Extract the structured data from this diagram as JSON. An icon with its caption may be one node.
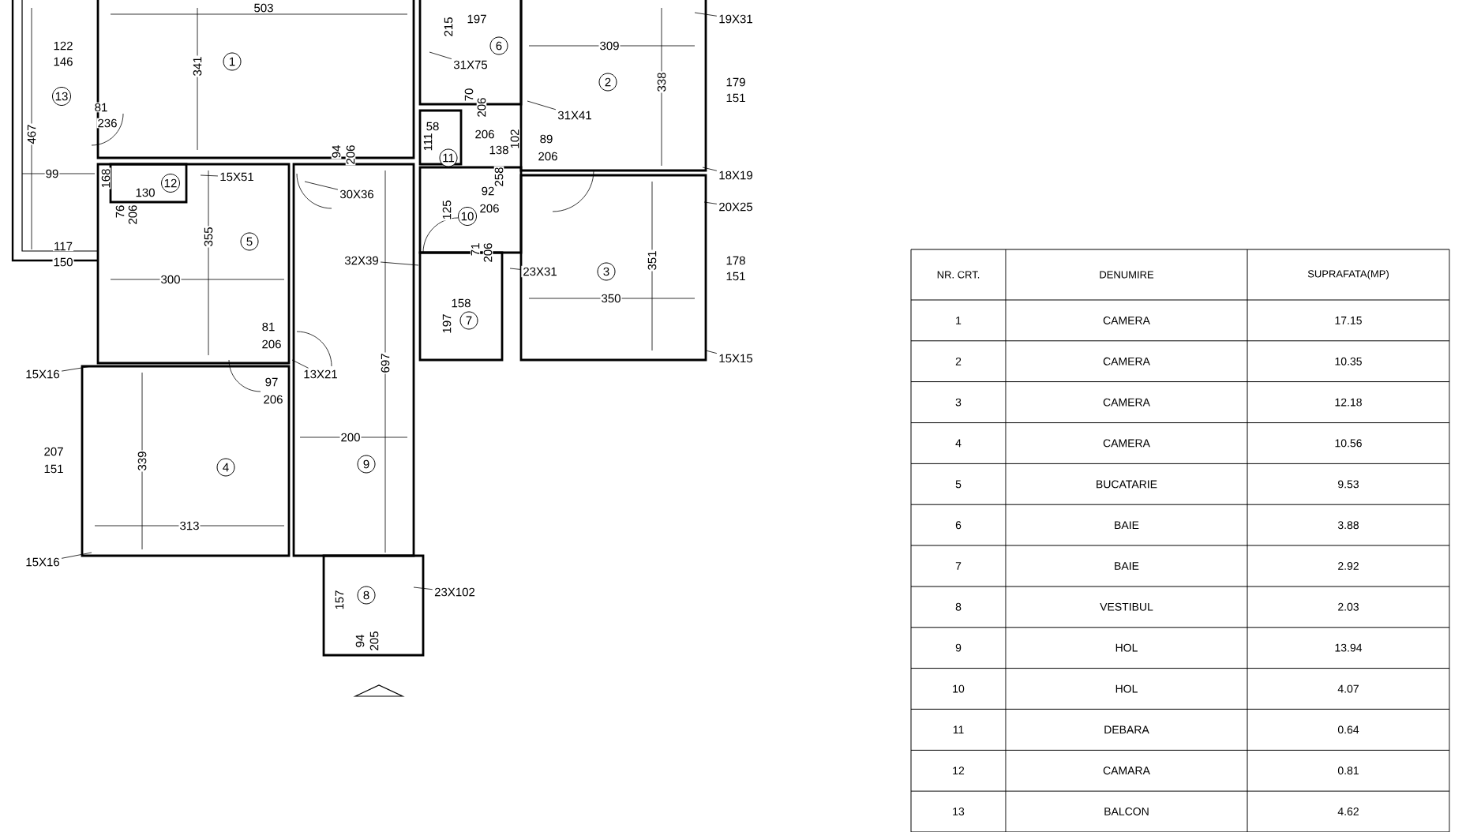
{
  "diagram": {
    "nodes": [
      {
        "text": [
          "1"
        ]
      },
      {
        "text": [
          "2"
        ]
      },
      {
        "text": [
          "3"
        ]
      },
      {
        "text": [
          "4"
        ]
      },
      {
        "text": [
          "5"
        ]
      },
      {
        "text": [
          "6"
        ]
      },
      {
        "text": [
          "7"
        ]
      },
      {
        "text": [
          "8"
        ]
      },
      {
        "text": [
          "9"
        ]
      },
      {
        "text": [
          "10"
        ]
      },
      {
        "text": [
          "11"
        ]
      },
      {
        "text": [
          "12"
        ]
      },
      {
        "text": [
          "13"
        ]
      },
      {
        "text": [
          "19X31"
        ]
      },
      {
        "text": [
          "31X75"
        ]
      },
      {
        "text": [
          "31X41"
        ]
      },
      {
        "text": [
          "18X19"
        ]
      },
      {
        "text": [
          "15X51"
        ]
      },
      {
        "text": [
          "20X25"
        ]
      },
      {
        "text": [
          "30X36"
        ]
      },
      {
        "text": [
          "32X39"
        ]
      },
      {
        "text": [
          "23X31"
        ]
      },
      {
        "text": [
          "15X15"
        ]
      },
      {
        "text": [
          "15X16"
        ]
      },
      {
        "text": [
          "13X21"
        ]
      },
      {
        "text": [
          "15X16"
        ]
      },
      {
        "text": [
          "23X102"
        ]
      }
    ],
    "edges": [
      {
        "from": 13,
        "to": null,
        "arrow": "none"
      },
      {
        "from": 14,
        "to": null,
        "arrow": "none"
      },
      {
        "from": 15,
        "to": null,
        "arrow": "none"
      },
      {
        "from": 16,
        "to": null,
        "arrow": "none"
      },
      {
        "from": 17,
        "to": null,
        "arrow": "none"
      },
      {
        "from": 18,
        "to": null,
        "arrow": "none"
      },
      {
        "from": 19,
        "to": null,
        "arrow": "none"
      },
      {
        "from": 20,
        "to": null,
        "arrow": "none"
      },
      {
        "from": 21,
        "to": null,
        "arrow": "none"
      },
      {
        "from": 22,
        "to": null,
        "arrow": "none"
      },
      {
        "from": 23,
        "to": null,
        "arrow": "none"
      },
      {
        "from": 24,
        "to": null,
        "arrow": "none"
      },
      {
        "from": 25,
        "to": null,
        "arrow": "none"
      },
      {
        "from": 26,
        "to": null,
        "arrow": "none"
      }
    ],
    "labels": [
      "503",
      "122",
      "146",
      "341",
      "81",
      "236",
      "467",
      "99",
      "168",
      "130",
      "76",
      "206",
      "355",
      "117",
      "150",
      "300",
      "81",
      "206",
      "94",
      "206",
      "697",
      "97",
      "206",
      "200",
      "207",
      "151",
      "339",
      "313",
      "157",
      "94",
      "205",
      "197",
      "215",
      "309",
      "179",
      "151",
      "338",
      "70",
      "206",
      "58",
      "111",
      "206",
      "138",
      "102",
      "89",
      "206",
      "258",
      "125",
      "92",
      "206",
      "71",
      "206",
      "351",
      "178",
      "151",
      "158",
      "197",
      "350",
      "NR. CRT.",
      "DENUMIRE",
      "SUPRAFATA(MP)",
      "1",
      "CAMERA",
      "17.15",
      "2",
      "CAMERA",
      "10.35",
      "3",
      "CAMERA",
      "12.18",
      "4",
      "CAMERA",
      "10.56",
      "5",
      "BUCATARIE",
      "9.53",
      "6",
      "BAIE",
      "3.88",
      "7",
      "BAIE",
      "2.92",
      "8",
      "VESTIBUL",
      "2.03",
      "9",
      "HOL",
      "13.94",
      "10",
      "HOL",
      "4.07",
      "11",
      "DEBARA",
      "0.64",
      "12",
      "CAMARA",
      "0.81",
      "13",
      "BALCON",
      "4.62"
    ]
  }
}
